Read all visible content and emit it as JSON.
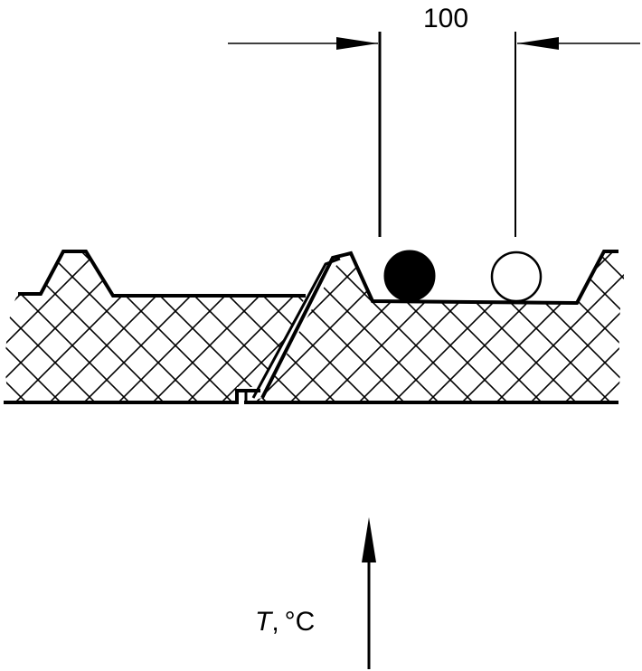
{
  "dimension": {
    "value_label": "100"
  },
  "temperature_axis": {
    "symbol": "T",
    "separator": ",",
    "unit": "°C"
  },
  "colors": {
    "line": "#000000",
    "background": "#ffffff",
    "filled_marker": "#000000",
    "open_marker": "#ffffff"
  },
  "markers": [
    {
      "kind": "filled-circle"
    },
    {
      "kind": "open-circle"
    }
  ]
}
